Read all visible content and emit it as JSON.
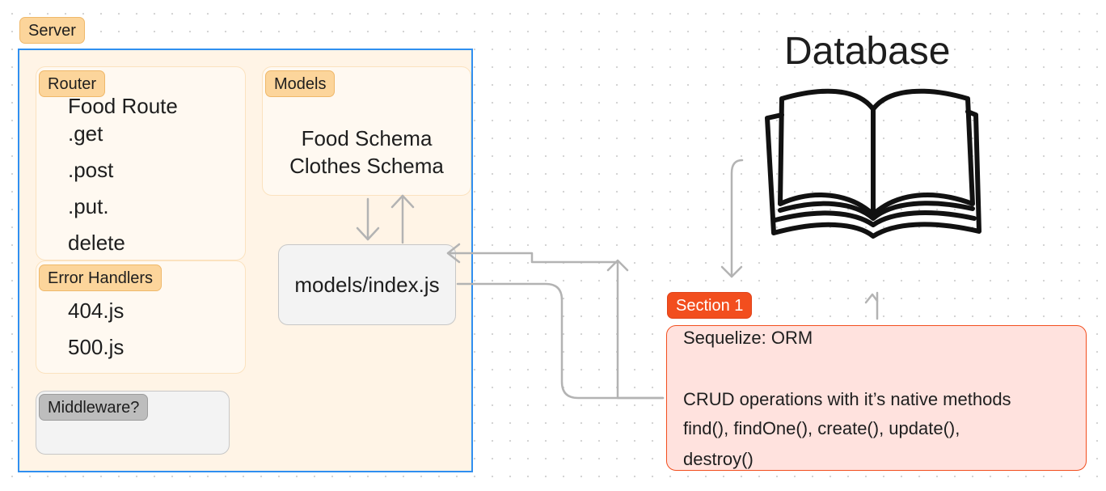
{
  "server": {
    "label": "Server"
  },
  "router": {
    "label": "Router",
    "items": [
      "Food Route",
      ".get",
      ".post",
      ".put.",
      "delete"
    ]
  },
  "models": {
    "label": "Models",
    "items": [
      "Food Schema",
      "Clothes Schema"
    ]
  },
  "models_index": {
    "label": "models/index.js"
  },
  "error_handlers": {
    "label": "Error Handlers",
    "items": [
      "404.js",
      "500.js"
    ]
  },
  "middleware": {
    "label": "Middleware?"
  },
  "database": {
    "title": "Database",
    "icon": "open-book-icon"
  },
  "section": {
    "label": "Section 1",
    "lines": [
      "Sequelize: ORM",
      "CRUD operations with it’s native methods",
      "find(), findOne(), create(), update(),",
      "destroy()"
    ]
  },
  "colors": {
    "server_border": "#2f8ff0",
    "tag_orange": "#fcd59b",
    "tag_red": "#f24e1e",
    "note_bg": "#ffe2de",
    "note_border": "#f24e1e",
    "connector": "#b3b3b3"
  }
}
